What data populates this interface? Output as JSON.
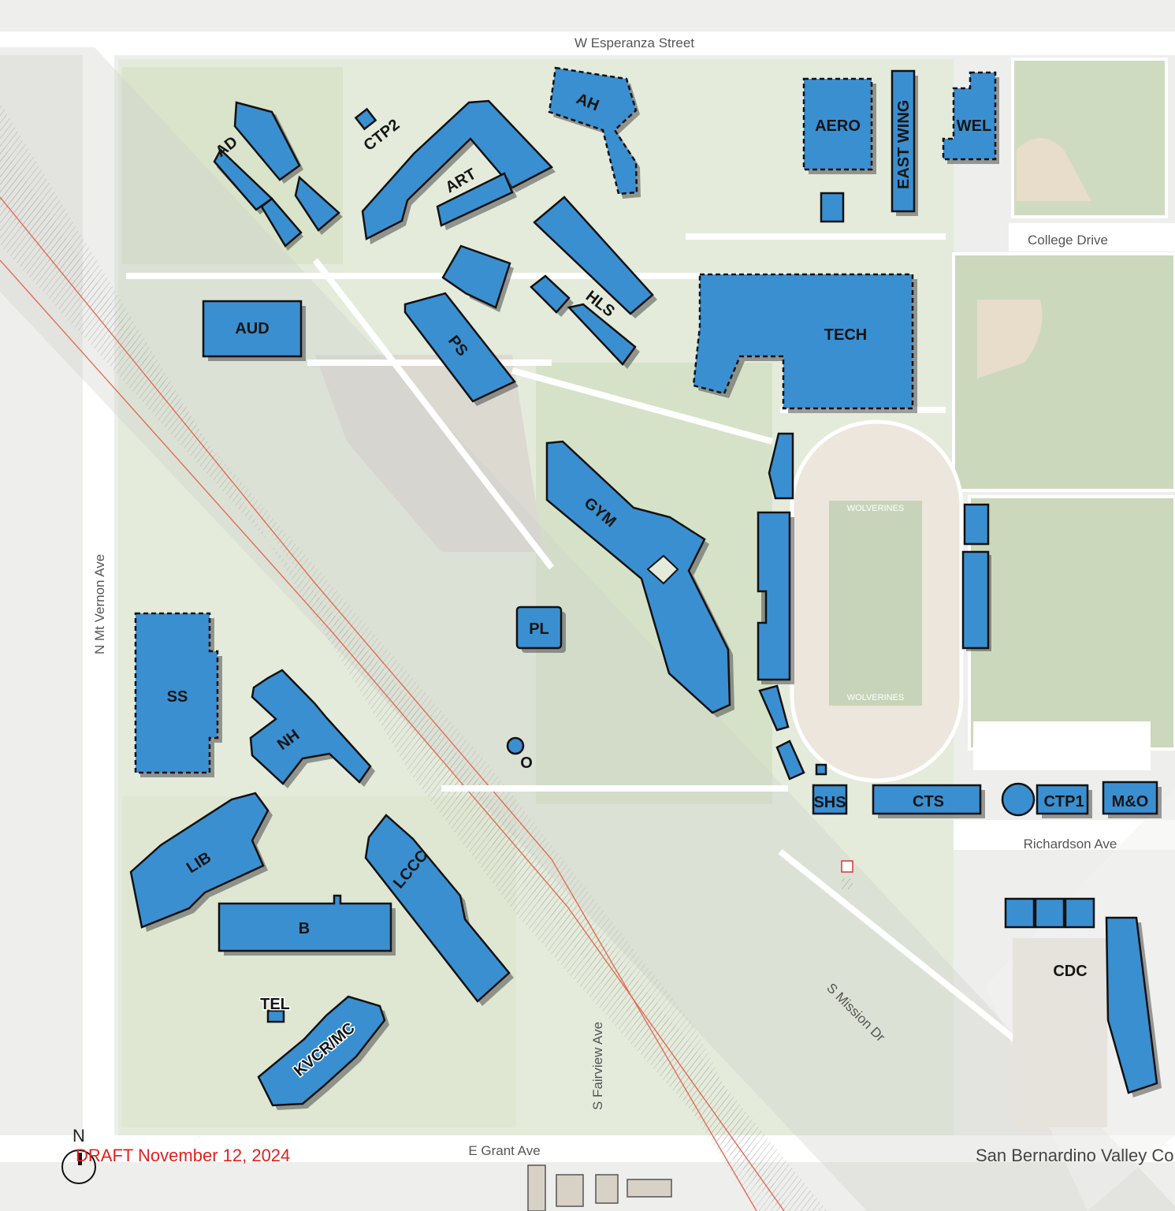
{
  "map": {
    "colors": {
      "building": "#3a8fd1",
      "green": "#dde8cf",
      "field": "#cbd8bc",
      "path": "#ffffff",
      "plaza": "#e2dfd8",
      "fault_line": "#e06e55"
    },
    "streets": {
      "north": "W Esperanza Street",
      "east_top": "College Drive",
      "west": "N Mt Vernon Ave",
      "south": "E Grant Ave",
      "south_central": "S Fairview Ave",
      "diagonal": "S Mission Dr",
      "east_bottom": "Richardson Ave"
    },
    "buildings": {
      "ad": "AD",
      "ctp2": "CTP2",
      "art": "ART",
      "ah": "AH",
      "aero": "AERO",
      "east_wing": "EAST WING",
      "wel": "WEL",
      "aud": "AUD",
      "ps": "PS",
      "hls": "HLS",
      "tech": "TECH",
      "gym": "GYM",
      "pl": "PL",
      "ss": "SS",
      "nh": "NH",
      "o": "O",
      "lib": "LIB",
      "lccc": "LCCC",
      "b": "B",
      "tel": "TEL",
      "kvcr": "KVCR/MC",
      "shs": "SHS",
      "cts": "CTS",
      "ctp1": "CTP1",
      "mo": "M&O",
      "cdc": "CDC"
    },
    "stadium_text": "WOLVERINES",
    "compass_label": "N",
    "draft_note": "DRAFT November 12, 2024",
    "title": "San Bernardino Valley Co"
  }
}
